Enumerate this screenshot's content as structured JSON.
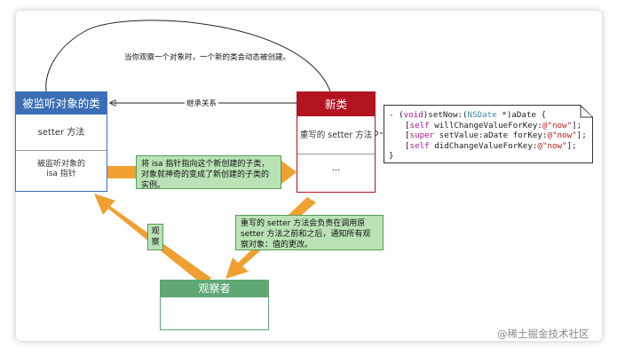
{
  "diagram": {
    "top_caption": "当你观察一个对象时，一个新的类会动态被创建。",
    "inherit_label": "继承关系",
    "observed_class": {
      "title": "被监听对象的类",
      "setter_cell": "setter 方法",
      "isa_cell_line1": "被监听对象的",
      "isa_cell_line2": "isa 指针"
    },
    "new_class": {
      "title": "新类",
      "setter_cell": "重写的 setter 方法",
      "ellipsis_cell": "..."
    },
    "observer": {
      "title": "观察者"
    },
    "observe_label": "观察",
    "isa_note": "将 isa 指针指向这个新创建的子类，对象就神奇的变成了新创建的子类的实例。",
    "setter_note": "重写的 setter 方法会负责在调用原 setter 方法之前和之后，通知所有观察对象：值的更改。",
    "code": {
      "line1_prefix": "- (",
      "line1_void": "void",
      "line1_mid": ")setNow:(",
      "line1_type": "NSDate",
      "line1_suffix": " *)aDate {",
      "line2_kw": "self",
      "line2_rest": " willChangeValueForKey:",
      "line2_str": "@\"now\"",
      "line2_end": "];",
      "line3_kw": "super",
      "line3_rest": " setValue:aDate forKey:",
      "line3_str": "@\"now\"",
      "line3_end": "];",
      "line4_kw": "self",
      "line4_rest": " didChangeValueForKey:",
      "line4_str": "@\"now\"",
      "line4_end": "];",
      "line5": "}"
    },
    "colors": {
      "observed_header": "#3a6fb5",
      "new_header": "#b2151f",
      "observer_header": "#5fa874",
      "arrow_orange": "#f0a030",
      "note_green": "#b9e3b5"
    }
  },
  "watermark": "@稀土掘金技术社区"
}
